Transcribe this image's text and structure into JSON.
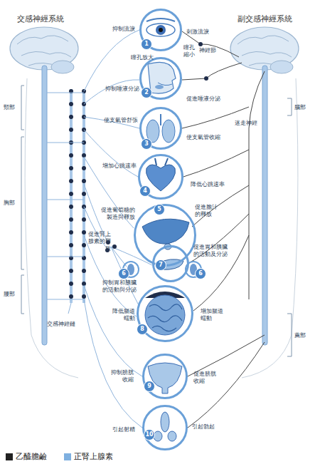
{
  "diagram": {
    "nodes": [
      {
        "text": [
          "1"
        ]
      },
      {
        "text": [
          "2"
        ]
      },
      {
        "text": [
          "3"
        ]
      },
      {
        "text": [
          "4"
        ]
      },
      {
        "text": [
          "5"
        ]
      },
      {
        "text": [
          "6"
        ]
      },
      {
        "text": [
          "7"
        ]
      },
      {
        "text": [
          "6"
        ]
      },
      {
        "text": [
          "8"
        ]
      },
      {
        "text": [
          "9"
        ]
      },
      {
        "text": [
          "10"
        ]
      }
    ],
    "labels": [
      "交感神經系統",
      "副交感神經系統",
      "抑制流淚",
      "刺激流淚",
      "瞳孔放大",
      "瞳孔縮小",
      "神經節",
      "抑制唾液分泌",
      "促進唾液分泌",
      "使支氣管舒張",
      "使支氣管收縮",
      "增加心跳速率",
      "降低心跳速率",
      "促進葡萄糖的製造與釋放",
      "促進膽汁的釋放",
      "促進腎上腺素的釋放",
      "促進胃和胰臟的活動及分泌",
      "抑制胃和胰臟的活動與分泌",
      "降低腸道蠕動",
      "增加腸道蠕動",
      "抑制膀胱收縮",
      "促進膀胱收縮",
      "引起射精",
      "引起勃起",
      "頸部",
      "胸部",
      "腰部",
      "腦部",
      "薦部",
      "迷走神經",
      "交感神經鏈"
    ],
    "legend": [
      {
        "text": "乙醯膽鹼",
        "color": "#222222"
      },
      {
        "text": "正腎上腺素",
        "color": "#7fb0e0"
      }
    ]
  }
}
